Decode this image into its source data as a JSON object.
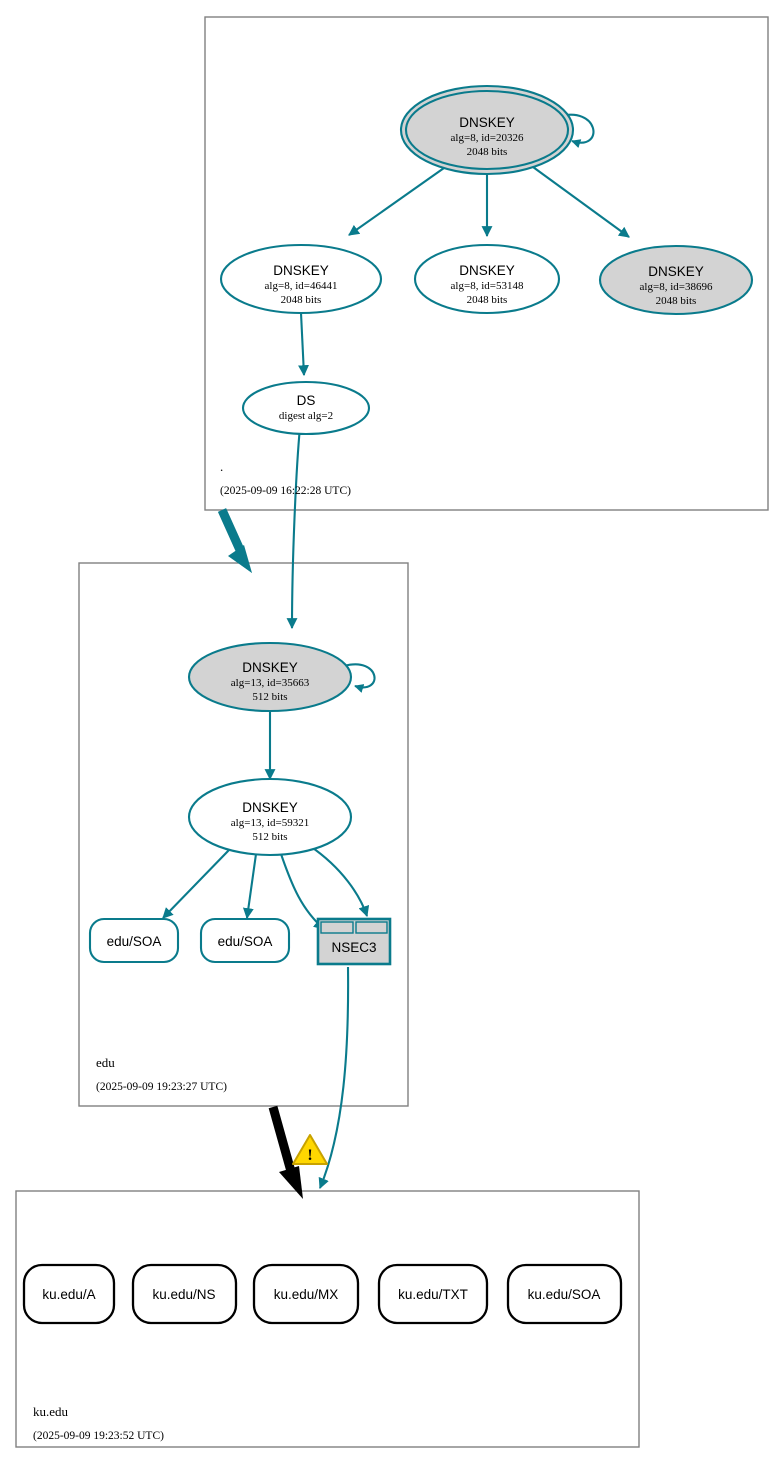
{
  "colors": {
    "secure_edge": "#0a7b8c",
    "secure_node_fill_ksk": "#d3d3d3",
    "secure_node_fill_white": "#ffffff",
    "nsec3_fill": "#d3d3d3",
    "nsec3_border": "#0a7b8c",
    "bogus_border": "#000000",
    "zone_border": "#808080",
    "warning_fill": "#ffd700",
    "background": "#ffffff"
  },
  "zones": [
    {
      "id": "root",
      "name": ".",
      "timestamp": "(2025-09-09 16:22:28 UTC)",
      "nodes": [
        {
          "id": "root-ksk-20326",
          "shape": "double-ellipse",
          "type": "DNSKEY",
          "title": "DNSKEY",
          "detail": "alg=8, id=20326",
          "size": "2048 bits",
          "trust_anchor": true,
          "self_signed": true
        },
        {
          "id": "root-zsk-46441",
          "shape": "ellipse",
          "type": "DNSKEY",
          "title": "DNSKEY",
          "detail": "alg=8, id=46441",
          "size": "2048 bits",
          "trust_anchor": false,
          "self_signed": false
        },
        {
          "id": "root-zsk-53148",
          "shape": "ellipse",
          "type": "DNSKEY",
          "title": "DNSKEY",
          "detail": "alg=8, id=53148",
          "size": "2048 bits",
          "trust_anchor": false,
          "self_signed": false
        },
        {
          "id": "root-zsk-38696",
          "shape": "ellipse",
          "type": "DNSKEY",
          "title": "DNSKEY",
          "detail": "alg=8, id=38696",
          "size": "2048 bits",
          "trust_anchor": false,
          "self_signed": false
        },
        {
          "id": "root-ds",
          "shape": "ellipse",
          "type": "DS",
          "title": "DS",
          "detail": "digest alg=2",
          "size": "",
          "trust_anchor": false,
          "self_signed": false
        }
      ]
    },
    {
      "id": "edu",
      "name": "edu",
      "timestamp": "(2025-09-09 19:23:27 UTC)",
      "nodes": [
        {
          "id": "edu-ksk-35663",
          "shape": "ellipse",
          "type": "DNSKEY",
          "title": "DNSKEY",
          "detail": "alg=13, id=35663",
          "size": "512 bits",
          "trust_anchor": false,
          "self_signed": true
        },
        {
          "id": "edu-zsk-59321",
          "shape": "ellipse",
          "type": "DNSKEY",
          "title": "DNSKEY",
          "detail": "alg=13, id=59321",
          "size": "512 bits",
          "trust_anchor": false,
          "self_signed": false
        },
        {
          "id": "edu-soa-1",
          "shape": "rounded-rect",
          "type": "RRset",
          "title": "edu/SOA",
          "detail": "",
          "size": "",
          "trust_anchor": false,
          "self_signed": false
        },
        {
          "id": "edu-soa-2",
          "shape": "rounded-rect",
          "type": "RRset",
          "title": "edu/SOA",
          "detail": "",
          "size": "",
          "trust_anchor": false,
          "self_signed": false
        },
        {
          "id": "edu-nsec3",
          "shape": "table-box",
          "type": "NSEC3",
          "title": "NSEC3",
          "detail": "",
          "size": "",
          "trust_anchor": false,
          "self_signed": false
        }
      ]
    },
    {
      "id": "kuedu",
      "name": "ku.edu",
      "timestamp": "(2025-09-09 19:23:52 UTC)",
      "nodes": [
        {
          "id": "kuedu-a",
          "shape": "rounded-rect",
          "type": "RRset",
          "title": "ku.edu/A",
          "detail": "",
          "size": "",
          "trust_anchor": false,
          "self_signed": false
        },
        {
          "id": "kuedu-ns",
          "shape": "rounded-rect",
          "type": "RRset",
          "title": "ku.edu/NS",
          "detail": "",
          "size": "",
          "trust_anchor": false,
          "self_signed": false
        },
        {
          "id": "kuedu-mx",
          "shape": "rounded-rect",
          "type": "RRset",
          "title": "ku.edu/MX",
          "detail": "",
          "size": "",
          "trust_anchor": false,
          "self_signed": false
        },
        {
          "id": "kuedu-txt",
          "shape": "rounded-rect",
          "type": "RRset",
          "title": "ku.edu/TXT",
          "detail": "",
          "size": "",
          "trust_anchor": false,
          "self_signed": false
        },
        {
          "id": "kuedu-soa",
          "shape": "rounded-rect",
          "type": "RRset",
          "title": "ku.edu/SOA",
          "detail": "",
          "size": "",
          "trust_anchor": false,
          "self_signed": false
        }
      ]
    }
  ],
  "warning": {
    "glyph": "!",
    "name": "warning-triangle-icon"
  },
  "labels": {
    "root_zone_name": ".",
    "root_zone_time": "(2025-09-09 16:22:28 UTC)",
    "edu_zone_name": "edu",
    "edu_zone_time": "(2025-09-09 19:23:27 UTC)",
    "kuedu_zone_name": "ku.edu",
    "kuedu_zone_time": "(2025-09-09 19:23:52 UTC)",
    "n_root_ksk_title": "DNSKEY",
    "n_root_ksk_detail": "alg=8, id=20326",
    "n_root_ksk_size": "2048 bits",
    "n_root_46441_title": "DNSKEY",
    "n_root_46441_detail": "alg=8, id=46441",
    "n_root_46441_size": "2048 bits",
    "n_root_53148_title": "DNSKEY",
    "n_root_53148_detail": "alg=8, id=53148",
    "n_root_53148_size": "2048 bits",
    "n_root_38696_title": "DNSKEY",
    "n_root_38696_detail": "alg=8, id=38696",
    "n_root_38696_size": "2048 bits",
    "n_root_ds_title": "DS",
    "n_root_ds_detail": "digest alg=2",
    "n_edu_35663_title": "DNSKEY",
    "n_edu_35663_detail": "alg=13, id=35663",
    "n_edu_35663_size": "512 bits",
    "n_edu_59321_title": "DNSKEY",
    "n_edu_59321_detail": "alg=13, id=59321",
    "n_edu_59321_size": "512 bits",
    "n_edu_soa1": "edu/SOA",
    "n_edu_soa2": "edu/SOA",
    "n_edu_nsec3": "NSEC3",
    "n_ku_a": "ku.edu/A",
    "n_ku_ns": "ku.edu/NS",
    "n_ku_mx": "ku.edu/MX",
    "n_ku_txt": "ku.edu/TXT",
    "n_ku_soa": "ku.edu/SOA",
    "warning_glyph": "!"
  }
}
